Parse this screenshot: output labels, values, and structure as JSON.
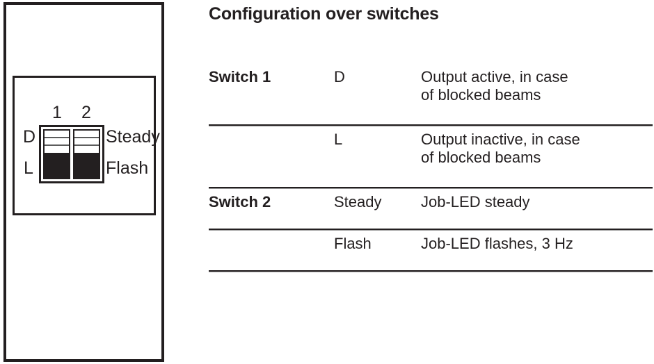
{
  "illustration": {
    "panel_name": "device front panel",
    "detail_box_name": "dip switch detail",
    "dip": {
      "numbers": [
        "1",
        "2"
      ],
      "left_labels": [
        "D",
        "L"
      ],
      "right_labels": [
        "Steady",
        "Flash"
      ],
      "switch_count": 2,
      "switch_position": "down",
      "body_color": "#231f20",
      "face_color": "#ffffff"
    }
  },
  "content": {
    "title": "Configuration over switches",
    "table": {
      "rows": [
        {
          "switch": "Switch 1",
          "setting": "D",
          "description": "Output active, in case of blocked beams",
          "description_lines": [
            "Output active, in case",
            "of blocked beams"
          ]
        },
        {
          "switch": "",
          "setting": "L",
          "description": "Output inactive, in case of blocked beams",
          "description_lines": [
            "Output inactive, in case",
            "of blocked beams"
          ]
        },
        {
          "switch": "Switch 2",
          "setting": "Steady",
          "description": "Job-LED steady",
          "description_lines": [
            "Job-LED steady"
          ]
        },
        {
          "switch": "",
          "setting": "Flash",
          "description": "Job-LED flashes, 3 Hz",
          "description_lines": [
            "Job-LED flashes, 3 Hz"
          ]
        }
      ]
    }
  },
  "colors": {
    "ink": "#231f20",
    "rule": "#231f20",
    "rule_shadow": "#9a9a9a",
    "background": "#ffffff"
  }
}
